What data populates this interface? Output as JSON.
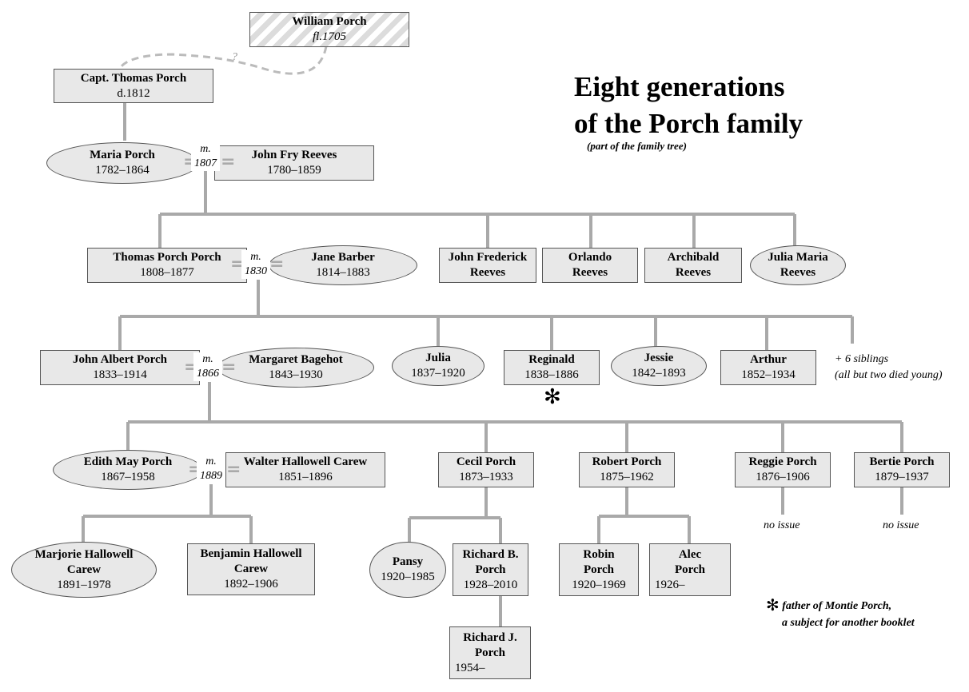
{
  "title": {
    "line1": "Eight generations",
    "line2": "of the Porch family",
    "subtitle": "(part of the family tree)"
  },
  "uncertain_mark": "?",
  "people": {
    "william_porch": {
      "name": "William Porch",
      "dates": "fl.1705"
    },
    "capt_thomas_porch": {
      "name": "Capt. Thomas Porch",
      "dates": "d.1812"
    },
    "maria_porch": {
      "name": "Maria Porch",
      "dates": "1782–1864"
    },
    "john_fry_reeves": {
      "name": "John Fry Reeves",
      "dates": "1780–1859"
    },
    "thomas_porch_porch": {
      "name": "Thomas Porch Porch",
      "dates": "1808–1877"
    },
    "jane_barber": {
      "name": "Jane Barber",
      "dates": "1814–1883"
    },
    "john_frederick_reeves": {
      "name_1": "John Frederick",
      "name_2": "Reeves"
    },
    "orlando_reeves": {
      "name_1": "Orlando",
      "name_2": "Reeves"
    },
    "archibald_reeves": {
      "name_1": "Archibald",
      "name_2": "Reeves"
    },
    "julia_maria_reeves": {
      "name_1": "Julia Maria",
      "name_2": "Reeves"
    },
    "john_albert_porch": {
      "name": "John Albert Porch",
      "dates": "1833–1914"
    },
    "margaret_bagehot": {
      "name": "Margaret Bagehot",
      "dates": "1843–1930"
    },
    "julia": {
      "name": "Julia",
      "dates": "1837–1920"
    },
    "reginald": {
      "name": "Reginald",
      "dates": "1838–1886"
    },
    "jessie": {
      "name": "Jessie",
      "dates": "1842–1893"
    },
    "arthur": {
      "name": "Arthur",
      "dates": "1852–1934"
    },
    "edith_may_porch": {
      "name": "Edith May Porch",
      "dates": "1867–1958"
    },
    "walter_hallowell_carew": {
      "name": "Walter Hallowell Carew",
      "dates": "1851–1896"
    },
    "cecil_porch": {
      "name": "Cecil Porch",
      "dates": "1873–1933"
    },
    "robert_porch": {
      "name": "Robert Porch",
      "dates": "1875–1962"
    },
    "reggie_porch": {
      "name": "Reggie Porch",
      "dates": "1876–1906"
    },
    "bertie_porch": {
      "name": "Bertie Porch",
      "dates": "1879–1937"
    },
    "marjorie_hallowell_carew": {
      "name_1": "Marjorie Hallowell",
      "name_2": "Carew",
      "dates": "1891–1978"
    },
    "benjamin_hallowell_carew": {
      "name_1": "Benjamin Hallowell",
      "name_2": "Carew",
      "dates": "1892–1906"
    },
    "pansy": {
      "name": "Pansy",
      "dates": "1920–1985"
    },
    "richard_b_porch": {
      "name_1": "Richard B.",
      "name_2": "Porch",
      "dates": "1928–2010"
    },
    "richard_j_porch": {
      "name_1": "Richard J.",
      "name_2": "Porch",
      "dates": "1954–"
    },
    "robin_porch": {
      "name_1": "Robin",
      "name_2": "Porch",
      "dates": "1920–1969"
    },
    "alec_porch": {
      "name_1": "Alec",
      "name_2": "Porch",
      "dates": "1926–"
    }
  },
  "marriages": {
    "m1807": {
      "label": "m.",
      "year": "1807"
    },
    "m1830": {
      "label": "m.",
      "year": "1830"
    },
    "m1866": {
      "label": "m.",
      "year": "1866"
    },
    "m1889": {
      "label": "m.",
      "year": "1889"
    }
  },
  "notes": {
    "siblings_line1": "+ 6 siblings",
    "siblings_line2": "(all but two died young)",
    "reggie_no_issue": "no issue",
    "bertie_no_issue": "no issue",
    "asterisk": "✻",
    "footnote_line1": "father of Montie Porch,",
    "footnote_line2": "a subject for another booklet"
  },
  "colors": {
    "box_fill": "#e8e8e8",
    "connector": "#a9a9a9",
    "dashed_link": "#bbbbbb"
  }
}
